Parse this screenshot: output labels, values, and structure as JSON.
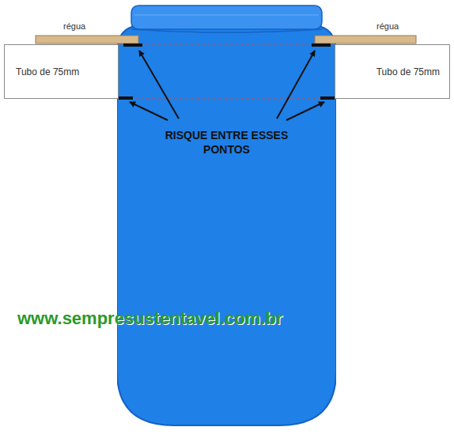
{
  "diagram": {
    "nodes": [
      {
        "text": [
          "RISQUE ENTRE ESSES PONTOS"
        ]
      },
      {
        "text": [
          "Tubo de 75mm"
        ]
      },
      {
        "text": [
          "Tubo de 75mm"
        ]
      }
    ],
    "labels": [
      "régua",
      "régua",
      "www.sempresustentavel.com.br"
    ]
  }
}
